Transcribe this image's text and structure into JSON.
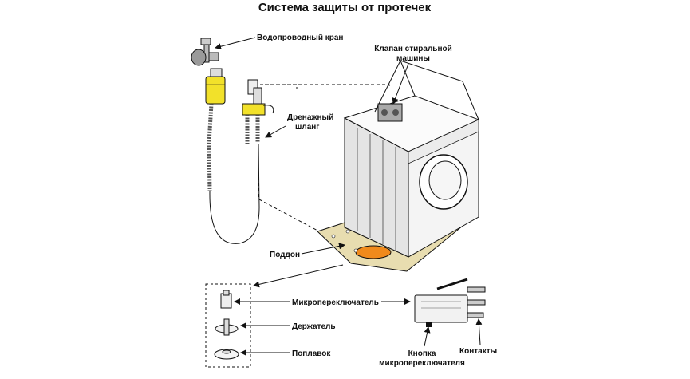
{
  "title": "Система защиты от протечек",
  "labels": {
    "tap": "Водопроводный кран",
    "valve_line1": "Клапан стиральной",
    "valve_line2": "машины",
    "drain_line1": "Дренажный",
    "drain_line2": "шланг",
    "tray": "Поддон",
    "microswitch": "Микропереключатель",
    "holder": "Держатель",
    "float": "Поплавок",
    "button_line1": "Кнопка",
    "button_line2": "микропереключателя",
    "contacts": "Контакты"
  },
  "colors": {
    "line": "#111111",
    "controller_yellow": "#f2e12a",
    "tray_fill": "#e8ddb0",
    "float_orange": "#f08a1c",
    "machine_gray": "#e9e9e9"
  },
  "icons": {
    "tap": "water-tap-icon",
    "controller": "controller-box-icon",
    "switch": "microswitch-icon"
  }
}
